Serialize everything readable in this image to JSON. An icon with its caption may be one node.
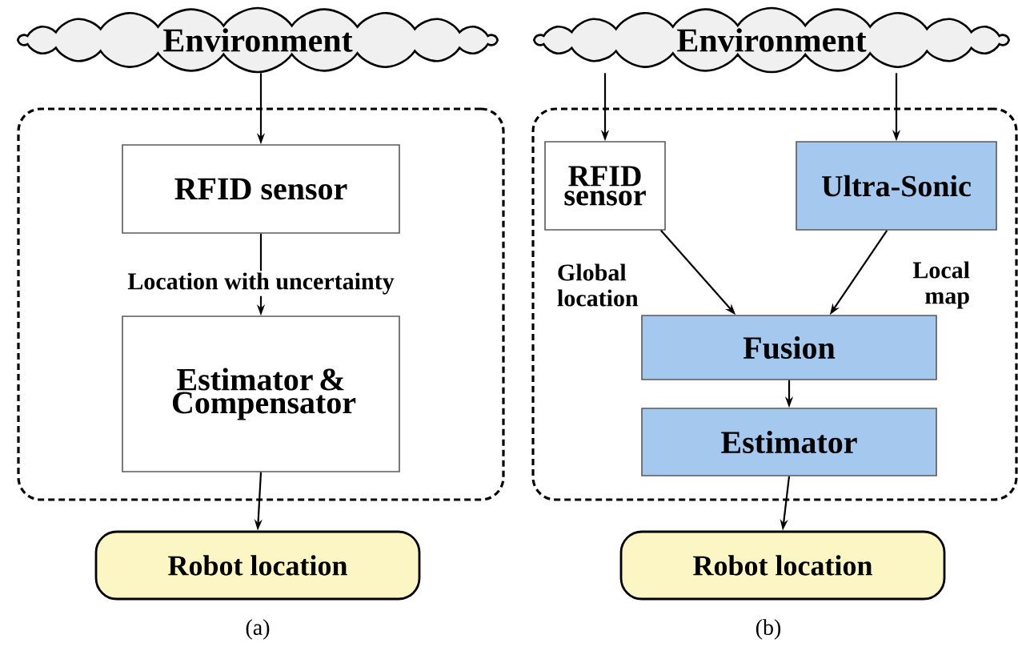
{
  "diagram": {
    "nodes": [
      {
        "text": [
          "Environment"
        ]
      },
      {
        "text": [],
        "shape": "box"
      },
      {
        "text": [
          "RFID sensor"
        ],
        "in": 1
      },
      {
        "text": [
          "Estimator & Compensator"
        ],
        "in": 1
      },
      {
        "text": [
          "Robot location"
        ]
      },
      {
        "text": [
          "Environment"
        ]
      },
      {
        "text": [],
        "shape": "box"
      },
      {
        "text": [
          "RFID sensor"
        ],
        "in": 6
      },
      {
        "text": [
          "Ultra-Sonic"
        ],
        "in": 6
      },
      {
        "text": [
          "Fusion"
        ],
        "in": 6
      },
      {
        "text": [
          "Estimator"
        ],
        "in": 6
      },
      {
        "text": [
          "Robot location"
        ]
      }
    ],
    "edges": [
      {
        "from": 0,
        "to": 2,
        "arrow": "to"
      },
      {
        "from": 2,
        "to": 3,
        "arrow": "to",
        "label": "Location with uncertainty"
      },
      {
        "from": 3,
        "to": 4,
        "arrow": "to"
      },
      {
        "from": 5,
        "to": 7,
        "arrow": "to"
      },
      {
        "from": 5,
        "to": 8,
        "arrow": "to"
      },
      {
        "from": 7,
        "to": 9,
        "arrow": "to",
        "label": "Global location"
      },
      {
        "from": 8,
        "to": 9,
        "arrow": "to",
        "label": "Local map"
      },
      {
        "from": 9,
        "to": 10,
        "arrow": "to"
      },
      {
        "from": 10,
        "to": 11,
        "arrow": "to"
      }
    ],
    "labels": [
      "(a)",
      "(b)"
    ]
  }
}
